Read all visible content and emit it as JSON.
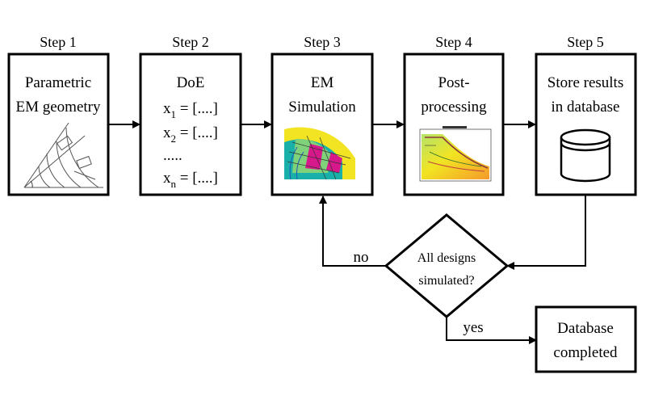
{
  "steps": [
    {
      "label": "Step 1",
      "lines": [
        "Parametric",
        "EM geometry"
      ]
    },
    {
      "label": "Step 2",
      "title": "DoE",
      "vars": [
        {
          "base": "x",
          "sub": "1",
          "rest": " = [....]"
        },
        {
          "base": "x",
          "sub": "2",
          "rest": " = [....]"
        },
        {
          "dots": "....."
        },
        {
          "base": "x",
          "sub": "n",
          "rest": " = [....]"
        }
      ]
    },
    {
      "label": "Step 3",
      "lines": [
        "EM",
        "Simulation"
      ]
    },
    {
      "label": "Step 4",
      "lines": [
        "Post-",
        "processing"
      ]
    },
    {
      "label": "Step 5",
      "lines": [
        "Store results",
        "in database"
      ]
    }
  ],
  "decision": {
    "lines": [
      "All designs",
      "simulated?"
    ],
    "no": "no",
    "yes": "yes"
  },
  "final": {
    "lines": [
      "Database",
      "completed"
    ]
  },
  "colors": {
    "stroke": "#000000",
    "efficiency_curve": "#8b3a3a",
    "magnet": "#d6188a",
    "field_teal": "#18b0a8",
    "field_yellow": "#f2e422"
  }
}
